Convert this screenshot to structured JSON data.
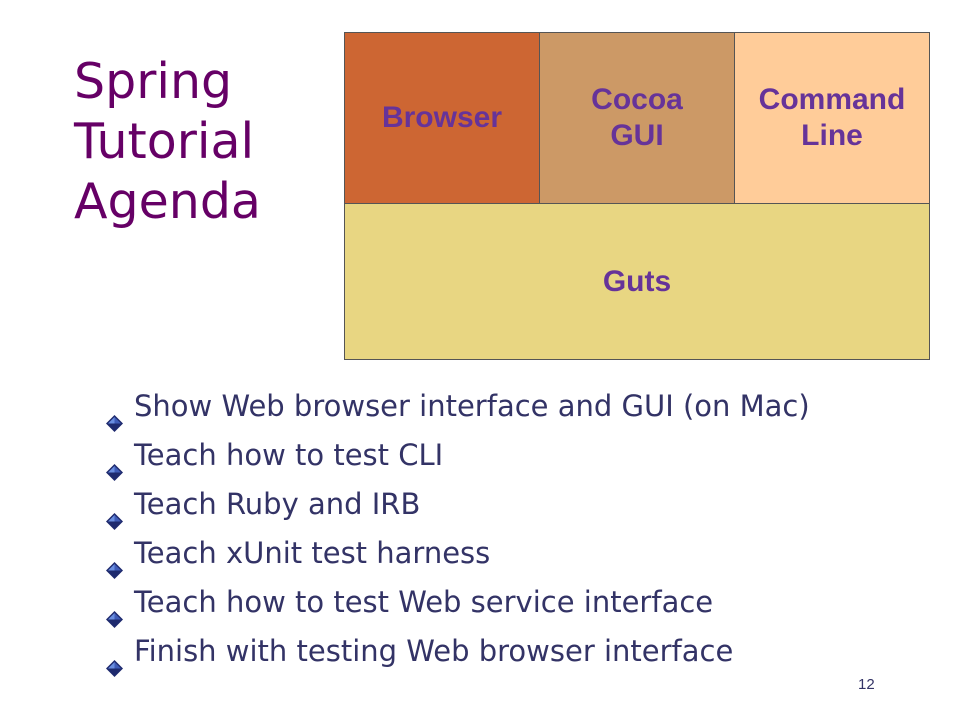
{
  "slide": {
    "title_lines": [
      "Spring",
      "Tutorial",
      "Agenda"
    ],
    "page_number": "12"
  },
  "diagram": {
    "browser": {
      "label": "Browser",
      "bg": "#cd6633",
      "color": "#663399"
    },
    "cocoa": {
      "label": "Cocoa\nGUI",
      "bg": "#cc9966",
      "color": "#663399"
    },
    "cli": {
      "label": "Command\nLine",
      "bg": "#ffcc99",
      "color": "#663399"
    },
    "guts": {
      "label": "Guts",
      "bg": "#e8d682",
      "color": "#663399"
    }
  },
  "bullets": [
    "Show Web browser interface and GUI (on Mac)",
    "Teach how to test CLI",
    "Teach Ruby and IRB",
    "Teach xUnit test harness",
    "Teach how to test Web service interface",
    "Finish with testing Web browser interface"
  ],
  "icons": {
    "bullet": "diamond-bullet-icon"
  },
  "colors": {
    "title": "#660066",
    "text": "#333366",
    "bullet_dark": "#1e2a6e",
    "bullet_light": "#6a8ee0"
  }
}
